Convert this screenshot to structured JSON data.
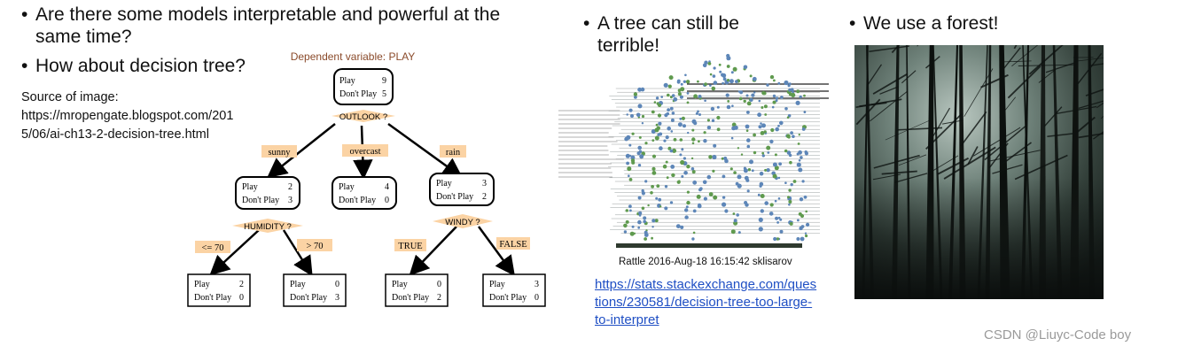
{
  "bullets": {
    "b1_line1": "Are there some models interpretable and powerful at the",
    "b1_line2": "same time?",
    "b2": "How about decision tree?",
    "b3_line1": "A tree can still be",
    "b3_line2": "terrible!",
    "b4": "We use a forest!"
  },
  "source": {
    "line1": "Source of image:",
    "line2": "https://mropengate.blogspot.com/201",
    "line3": "5/06/ai-ch13-2-decision-tree.html"
  },
  "tree": {
    "title": "Dependent variable: PLAY",
    "root": {
      "play": "Play",
      "play_n": "9",
      "dont": "Don't Play",
      "dont_n": "5"
    },
    "split_root": "OUTLOOK ?",
    "edge_sunny": "sunny",
    "edge_overcast": "overcast",
    "edge_rain": "rain",
    "sunny_node": {
      "play": "Play",
      "play_n": "2",
      "dont": "Don't Play",
      "dont_n": "3"
    },
    "overcast_node": {
      "play": "Play",
      "play_n": "4",
      "dont": "Don't Play",
      "dont_n": "0"
    },
    "rain_node": {
      "play": "Play",
      "play_n": "3",
      "dont": "Don't Play",
      "dont_n": "2"
    },
    "split_humidity": "HUMIDITY ?",
    "split_windy": "WINDY ?",
    "edge_le70": "<= 70",
    "edge_gt70": "> 70",
    "edge_true": "TRUE",
    "edge_false": "FALSE",
    "leaf1": {
      "play": "Play",
      "play_n": "2",
      "dont": "Don't Play",
      "dont_n": "0"
    },
    "leaf2": {
      "play": "Play",
      "play_n": "0",
      "dont": "Don't Play",
      "dont_n": "3"
    },
    "leaf3": {
      "play": "Play",
      "play_n": "0",
      "dont": "Don't Play",
      "dont_n": "2"
    },
    "leaf4": {
      "play": "Play",
      "play_n": "3",
      "dont": "Don't Play",
      "dont_n": "0"
    }
  },
  "rattle": {
    "caption": "Rattle 2016-Aug-18 16:15:42 sklisarov"
  },
  "link": {
    "line1": "https://stats.stackexchange.com/ques",
    "line2": "tions/230581/decision-tree-too-large-",
    "line3": "to-interpret"
  },
  "watermark": "CSDN @Liuyc-Code boy",
  "colors": {
    "edge_label_bg": "#fbd3a4",
    "link": "#1f4fc4",
    "title_text": "#8a4a2a"
  }
}
